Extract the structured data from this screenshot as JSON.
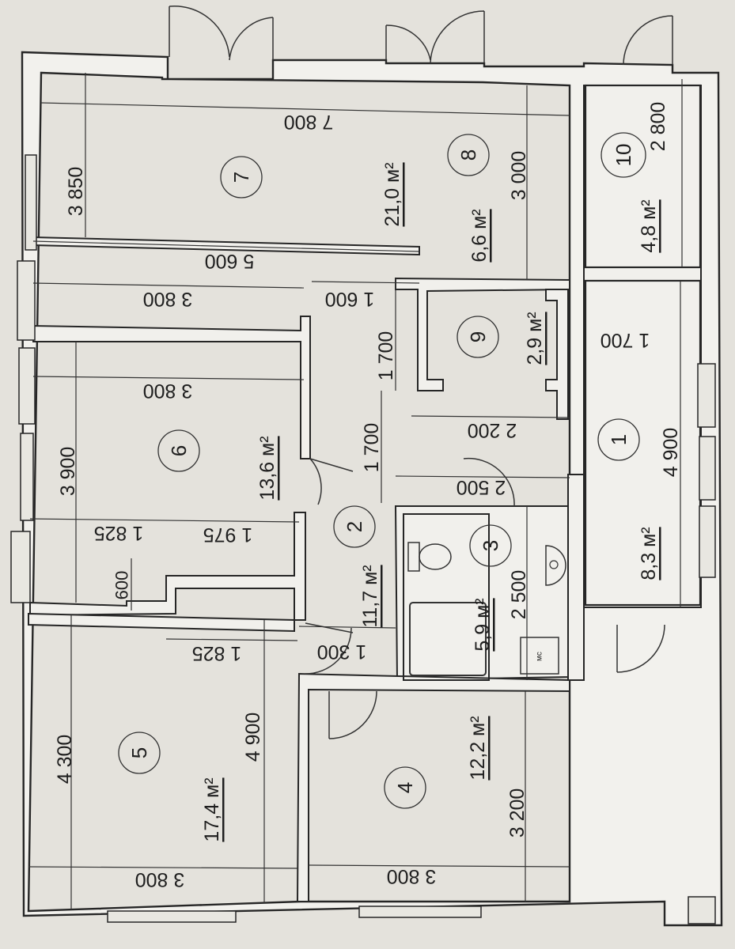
{
  "rooms": [
    {
      "id": "room-1",
      "number": "1",
      "area": "8,3 м²"
    },
    {
      "id": "room-2",
      "number": "2",
      "area": "11,7 м²"
    },
    {
      "id": "room-3",
      "number": "3",
      "area": "5,9 м²"
    },
    {
      "id": "room-4",
      "number": "4",
      "area": "12,2 м²"
    },
    {
      "id": "room-5",
      "number": "5",
      "area": "17,4 м²"
    },
    {
      "id": "room-6",
      "number": "6",
      "area": "13,6 м²"
    },
    {
      "id": "room-7",
      "number": "7",
      "area": "21,0 м²"
    },
    {
      "id": "room-8",
      "number": "8",
      "area": "6,6 м²"
    },
    {
      "id": "room-9",
      "number": "9",
      "area": "2,9 м²"
    },
    {
      "id": "room-10",
      "number": "10",
      "area": "4,8 м²"
    }
  ],
  "dimensions": {
    "d7_width": "7 800",
    "d7_depth": "3 850",
    "d8_depth": "3 000",
    "d10_depth": "2 800",
    "d_5600": "5 600",
    "d_3800_a": "3 800",
    "d_1600": "1 600",
    "d_3800_b": "3 800",
    "d_1700_a": "1 700",
    "d_1700_b": "1 700",
    "d_1700_c": "1 700",
    "d_2200": "2 200",
    "d_3900": "3 900",
    "d_4900_a": "4 900",
    "d_1825_a": "1 825",
    "d_1975": "1 975",
    "d_2500_a": "2 500",
    "d_2500_b": "2 500",
    "d_600": "600",
    "d_1825_b": "1 825",
    "d_1300": "1 300",
    "d_4900_b": "4 900",
    "d_4300": "4 300",
    "d_3200": "3 200",
    "d_3800_c": "3 800",
    "d_3800_d": "3 800"
  },
  "fixtures": {
    "boiler_label": "мс"
  }
}
